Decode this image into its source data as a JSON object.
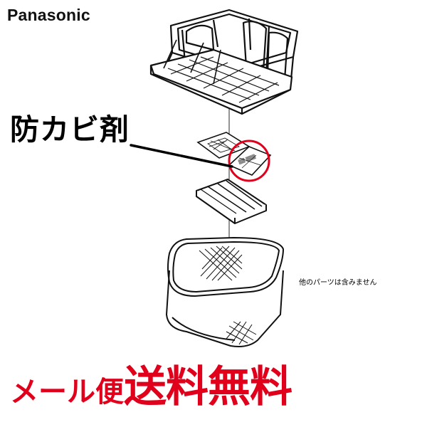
{
  "brand": "Panasonic",
  "callout": "防カビ剤",
  "note": "他のパーツは含みません",
  "banner": {
    "mail": "メール便",
    "free": "送料無料"
  },
  "colors": {
    "red": "#e0001b",
    "ink": "#111111"
  }
}
